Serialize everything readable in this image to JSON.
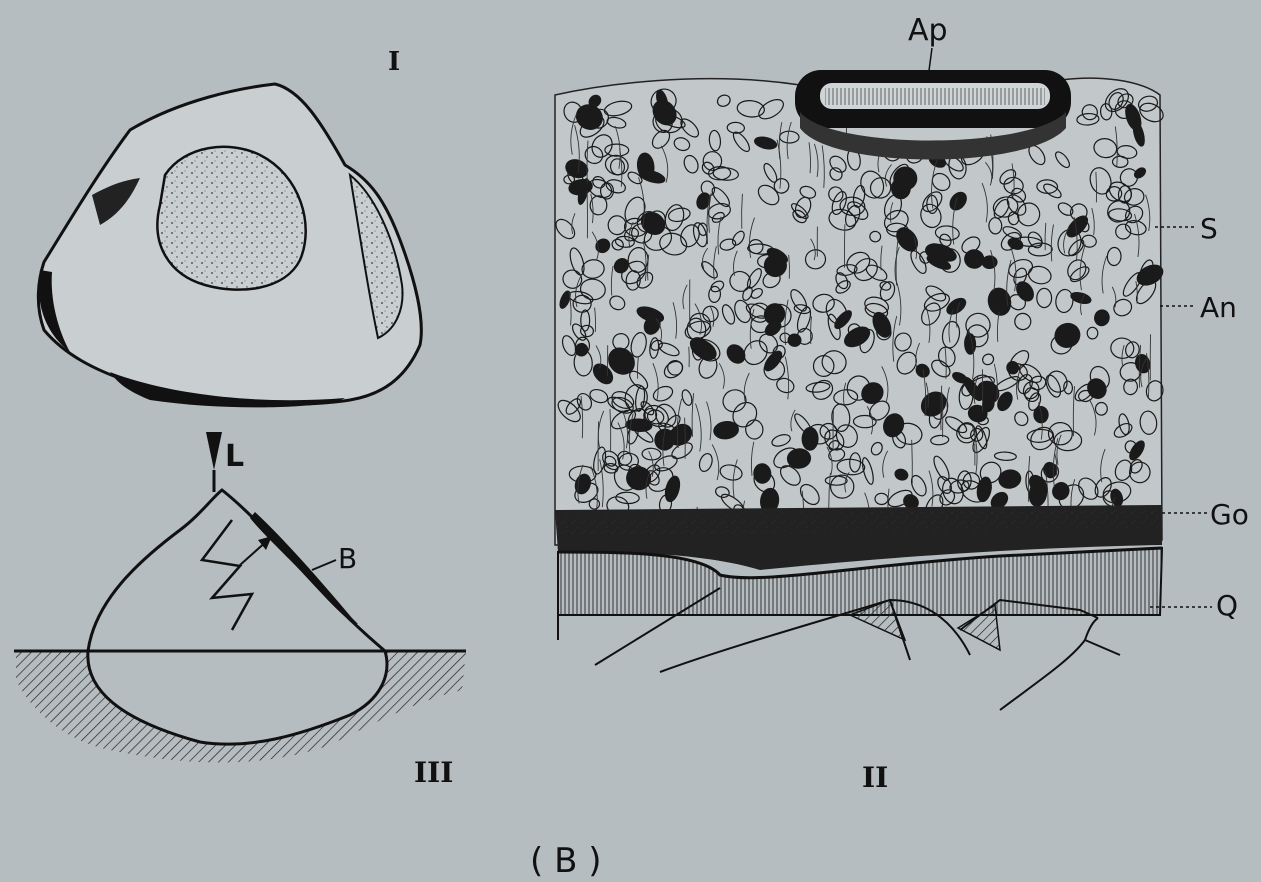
{
  "figure_caption": "( B )",
  "panel_I": {
    "numeral": "I"
  },
  "panel_II": {
    "numeral": "II",
    "labels": {
      "ap": "Ap",
      "s": "S",
      "an": "An",
      "go": "Go",
      "q": "Q"
    }
  },
  "panel_III": {
    "numeral": "III",
    "labels": {
      "l": "L",
      "b": "B"
    }
  }
}
